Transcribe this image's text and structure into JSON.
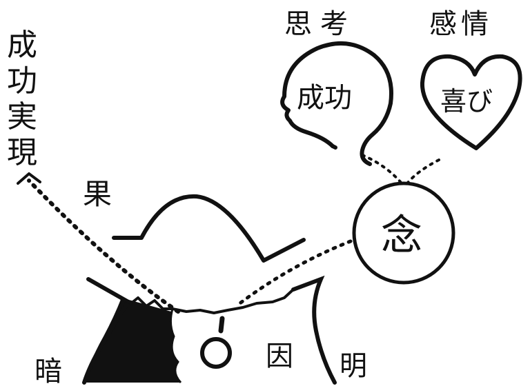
{
  "labels": {
    "success_realized": [
      "成",
      "功",
      "実",
      "現"
    ],
    "effect": "果",
    "thinking": "思考",
    "feeling": "感情",
    "head_text": "成功",
    "heart_text": "喜び",
    "thought": "念",
    "dark": "暗",
    "bright": "明",
    "cause": "因"
  },
  "colors": {
    "ink": "#111111",
    "paper": "#ffffff"
  }
}
